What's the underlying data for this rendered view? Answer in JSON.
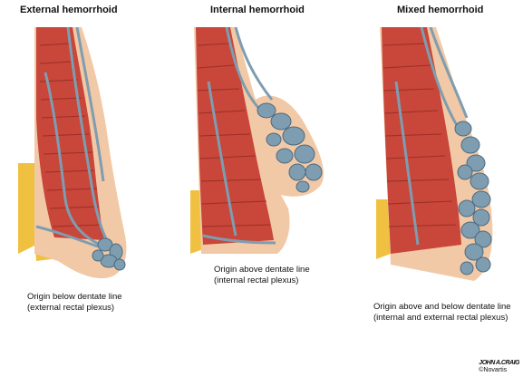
{
  "panels": [
    {
      "title": "External hemorrhoid",
      "caption_line1": "Origin below dentate line",
      "caption_line2": "(external rectal  plexus)"
    },
    {
      "title": "Internal hemorrhoid",
      "caption_line1": "Origin above dentate line",
      "caption_line2": "(internal rectal plexus)"
    },
    {
      "title": "Mixed hemorrhoid",
      "caption_line1": "Origin above and below dentate line",
      "caption_line2": "(internal and external rectal plexus)"
    }
  ],
  "credit": {
    "signature": "JOHN A.CRAIG",
    "copyright": "©Novartis"
  },
  "colors": {
    "muscle": "#c8463a",
    "muscle_dark": "#8e2a22",
    "skin": "#f2c9a6",
    "fat": "#f0c040",
    "vein": "#7f9db0",
    "vein_dark": "#4c6a80"
  }
}
